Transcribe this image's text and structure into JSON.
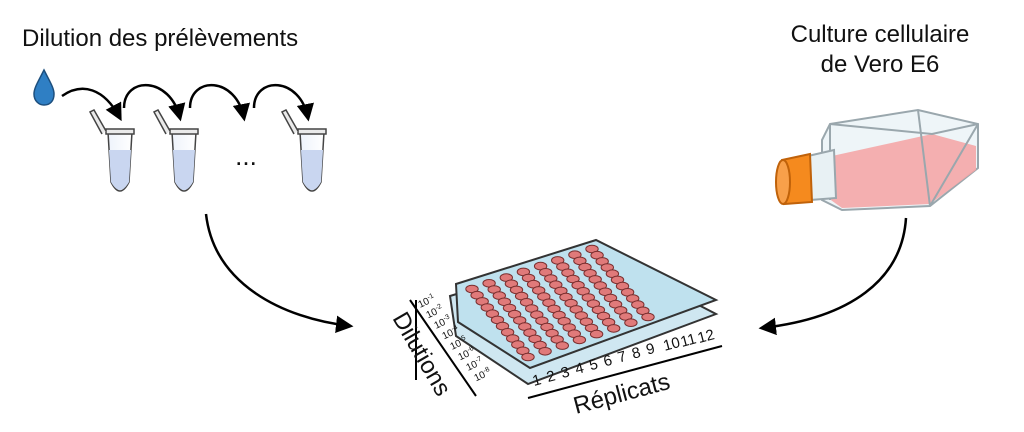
{
  "left_title": "Dilution des prélèvements",
  "right_title_line1": "Culture cellulaire",
  "right_title_line2": "de Vero E6",
  "ellipsis": "...",
  "dilutions_label": "Dilutions",
  "replicates_label": "Réplicats",
  "dilution_rows": [
    {
      "base": "10",
      "exp": "-1"
    },
    {
      "base": "10",
      "exp": "-2"
    },
    {
      "base": "10",
      "exp": "-3"
    },
    {
      "base": "10",
      "exp": "-4"
    },
    {
      "base": "10",
      "exp": "-5"
    },
    {
      "base": "10",
      "exp": "-6"
    },
    {
      "base": "10",
      "exp": "-7"
    },
    {
      "base": "10",
      "exp": "-8"
    }
  ],
  "replicate_columns": [
    "1",
    "2",
    "3",
    "4",
    "5",
    "6",
    "7",
    "8",
    "9",
    "10",
    "11",
    "12"
  ],
  "colors": {
    "drop": "#2f7fc4",
    "tube_liquid": "#c9d6f0",
    "plate_body": "#bfe1ee",
    "well": "#e07a7a",
    "flask_cap": "#f58a1e",
    "flask_medium": "#f4a7a7",
    "arrow": "#000000"
  }
}
